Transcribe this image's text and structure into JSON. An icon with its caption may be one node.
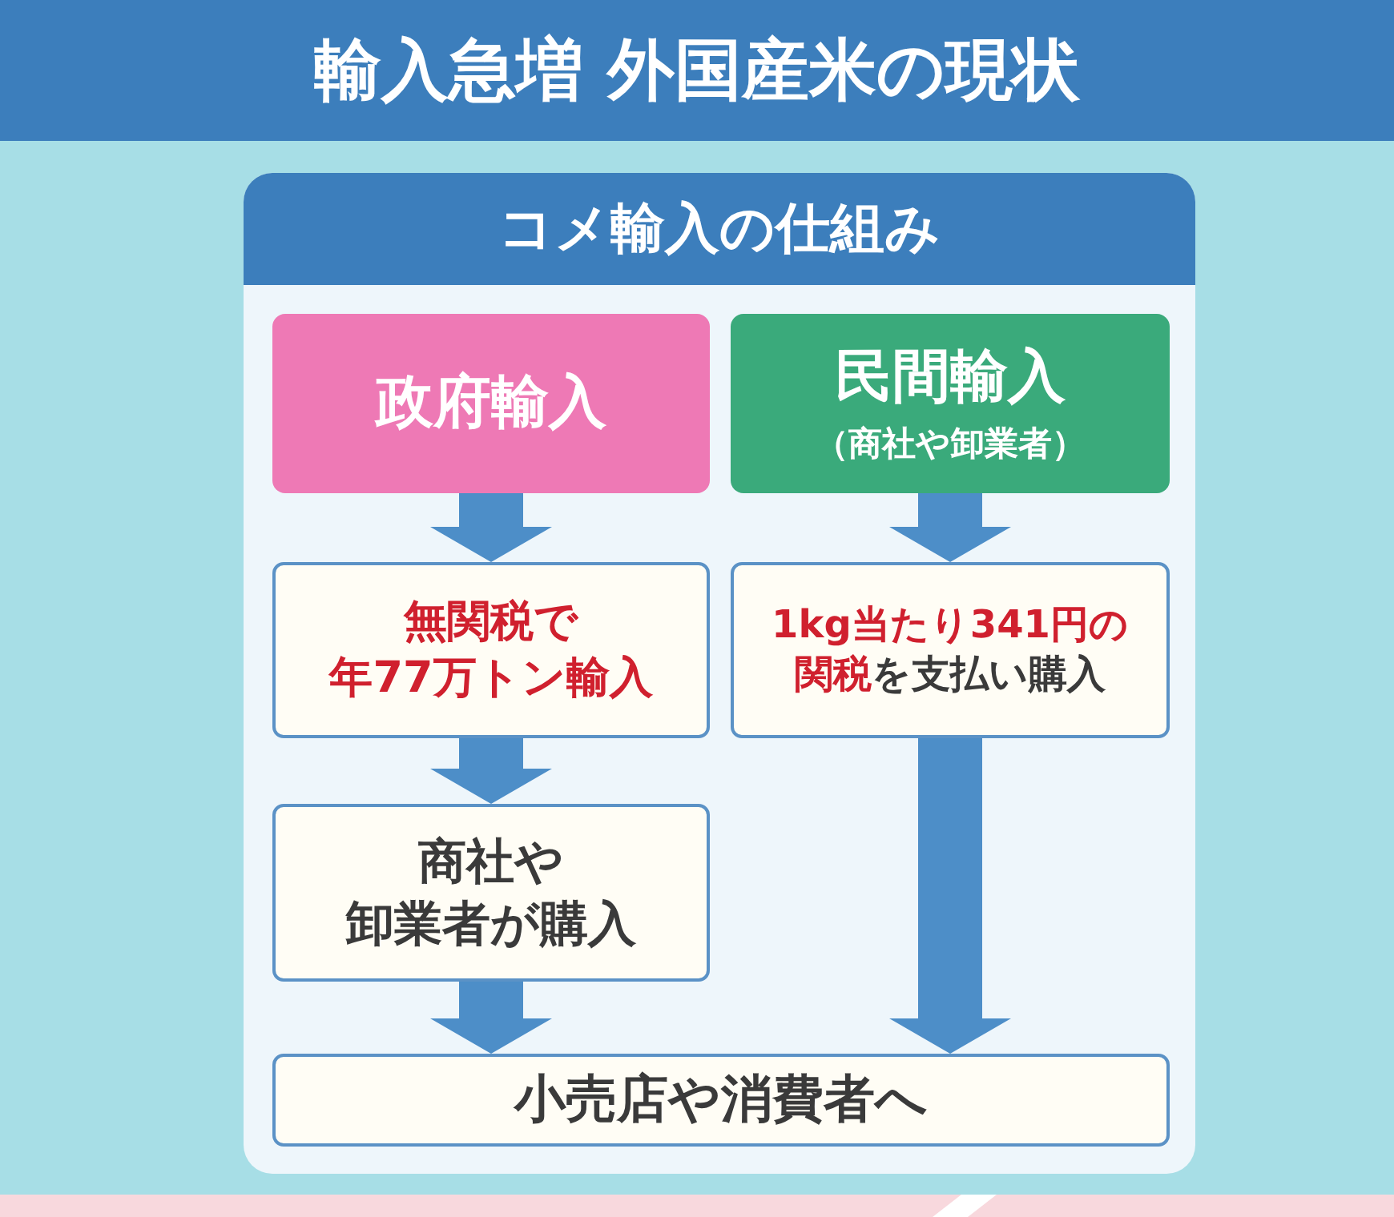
{
  "diagram": {
    "title": "輸入急増 外国産米の現状",
    "nodes": [
      {
        "text": [
          "コメ輸入の仕組み"
        ]
      },
      {
        "text": [
          "政府輸入"
        ],
        "in": 0
      },
      {
        "text": [
          "民間輸入",
          "（商社や卸業者）"
        ],
        "in": 0
      },
      {
        "text": [
          "無関税で年77万トン輸入"
        ],
        "in": 0
      },
      {
        "text": [
          "**1kg当たり341円の関税**を支払い購入"
        ],
        "in": 0
      },
      {
        "text": [
          "商社や卸業者が購入"
        ],
        "in": 0
      },
      {
        "text": [
          "小売店や消費者へ"
        ],
        "in": 0
      }
    ],
    "edges": [
      {
        "from": 1,
        "to": 3,
        "arrow": "to"
      },
      {
        "from": 3,
        "to": 5,
        "arrow": "to"
      },
      {
        "from": 5,
        "to": 6,
        "arrow": "to"
      },
      {
        "from": 2,
        "to": 4,
        "arrow": "to"
      },
      {
        "from": 4,
        "to": 6,
        "arrow": "to"
      }
    ]
  }
}
